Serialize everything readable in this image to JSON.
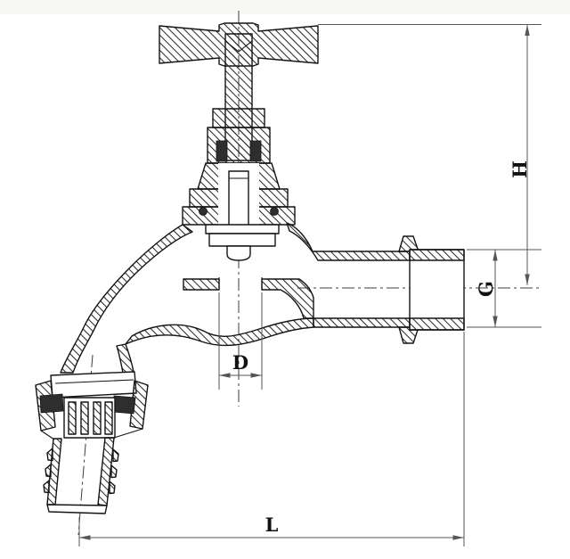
{
  "drawing": {
    "labels": {
      "height": "H",
      "thread": "G",
      "bore": "D",
      "length": "L"
    },
    "colors": {
      "outline": "#141414",
      "dimension_line": "#555555",
      "label_text": "#111111",
      "seal_fill": "#2e2e2e",
      "background": "#ffffff",
      "top_band": "#f7f7f4"
    }
  }
}
